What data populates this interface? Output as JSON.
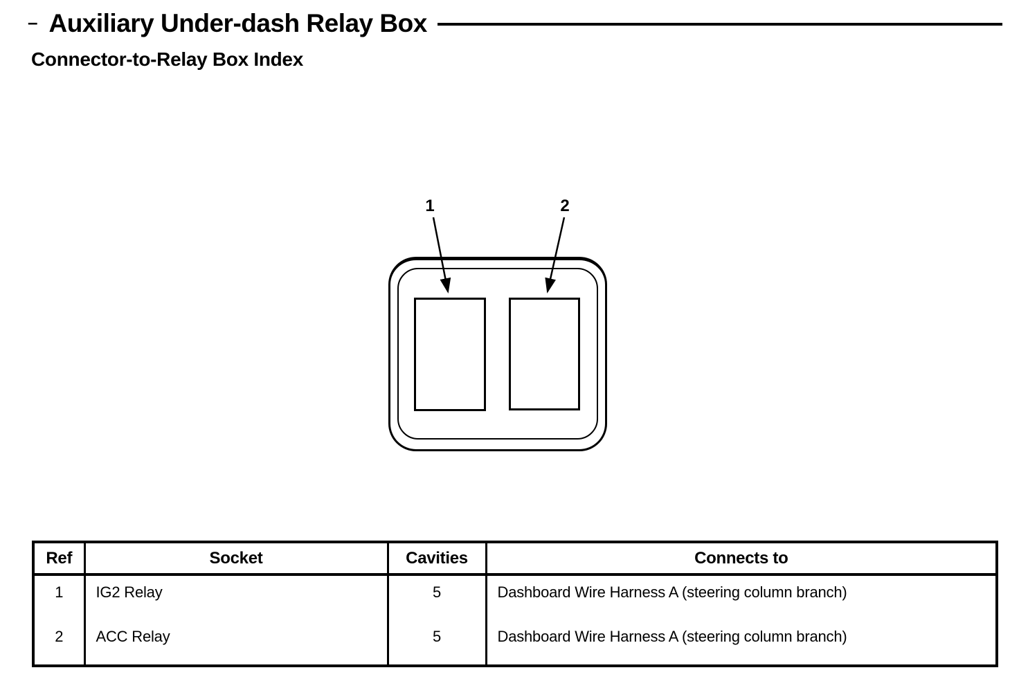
{
  "page": {
    "title_dash": "–",
    "title": "Auxiliary Under-dash Relay Box",
    "subtitle": "Connector-to-Relay Box Index"
  },
  "diagram": {
    "callouts": [
      {
        "label": "1"
      },
      {
        "label": "2"
      }
    ]
  },
  "table": {
    "headers": [
      "Ref",
      "Socket",
      "Cavities",
      "Connects to"
    ],
    "rows": [
      {
        "ref": "1",
        "socket": "IG2 Relay",
        "cavities": "5",
        "connects_to": "Dashboard Wire Harness A (steering column branch)"
      },
      {
        "ref": "2",
        "socket": "ACC Relay",
        "cavities": "5",
        "connects_to": "Dashboard Wire Harness A (steering column branch)"
      }
    ]
  },
  "colors": {
    "ink": "#000000",
    "paper": "#ffffff"
  }
}
